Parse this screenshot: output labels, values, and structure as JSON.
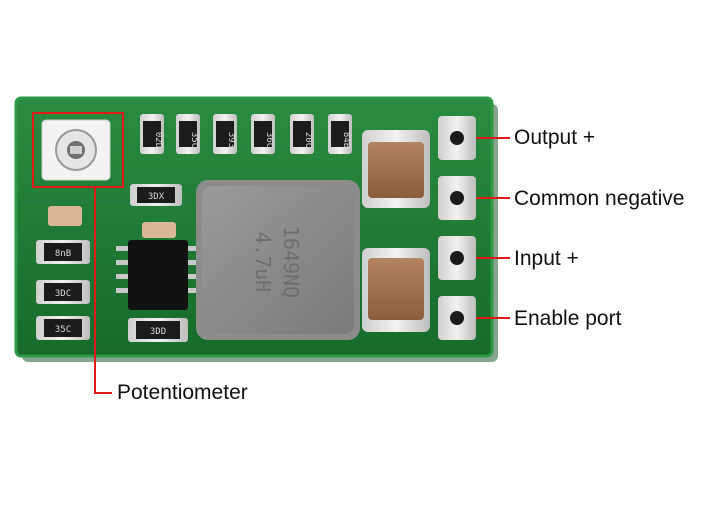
{
  "callouts": {
    "output_plus": "Output +",
    "common_negative": "Common negative",
    "input_plus": "Input +",
    "enable_port": "Enable port",
    "potentiometer": "Potentiometer"
  },
  "components": {
    "top_resistors": [
      "02D",
      "35C",
      "393",
      "36C",
      "20C",
      "84B"
    ],
    "left_resistors": [
      "8nB",
      "3DC",
      "35C"
    ],
    "small_parts": [
      "3DX",
      "3DD"
    ],
    "inductor_lines": [
      "4.7uH",
      "1649NQ"
    ]
  },
  "colors": {
    "pcb_green": "#1e7a34",
    "pcb_edge": "#2f9a45",
    "callout_red": "#e0191b",
    "label_text": "#111111"
  }
}
